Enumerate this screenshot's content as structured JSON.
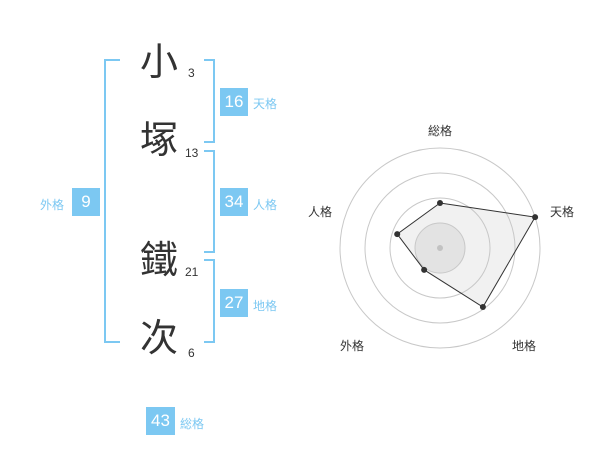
{
  "name": {
    "chars": [
      {
        "char": "小",
        "strokes": "3"
      },
      {
        "char": "塚",
        "strokes": "13"
      },
      {
        "char": "鐵",
        "strokes": "21"
      },
      {
        "char": "次",
        "strokes": "6"
      }
    ]
  },
  "fortune": {
    "tenkaku": {
      "label": "天格",
      "value": "16"
    },
    "jinkaku": {
      "label": "人格",
      "value": "34"
    },
    "chikaku": {
      "label": "地格",
      "value": "27"
    },
    "gaikaku": {
      "label": "外格",
      "value": "9"
    },
    "soukaku": {
      "label": "総格",
      "value": "43"
    }
  },
  "colors": {
    "accent": "#7cc8f2",
    "ink": "#333333"
  },
  "chart_data": {
    "type": "radar",
    "axes": [
      "総格",
      "天格",
      "地格",
      "外格",
      "人格"
    ],
    "values": [
      0.45,
      1.0,
      0.73,
      0.27,
      0.45
    ],
    "range": [
      0,
      1
    ],
    "rings": 4
  }
}
